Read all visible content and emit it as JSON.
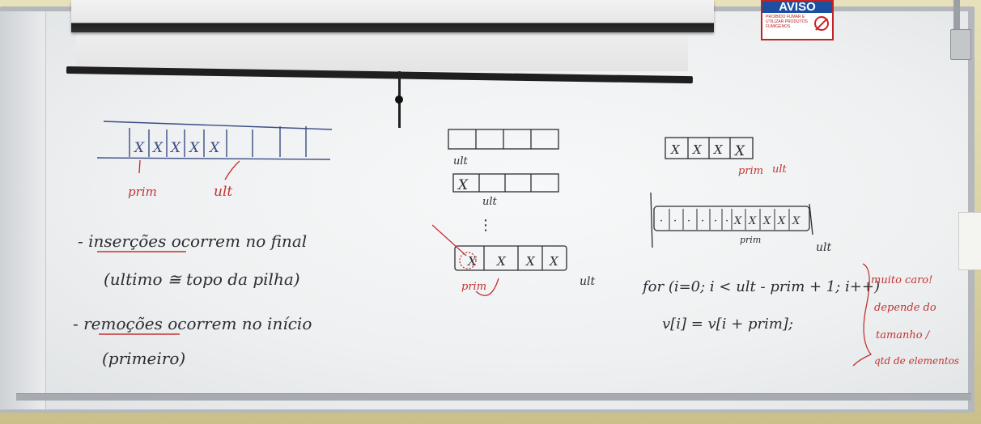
{
  "sign": {
    "heading": "AVISO",
    "body": "PROIBIDO FUMAR E UTILIZAR PRODUTOS FUMÍGENOS"
  },
  "board": {
    "diagram1": {
      "cells": [
        "X",
        "X",
        "X",
        "X",
        "X"
      ],
      "prim_label": "prim",
      "ult_label": "ult"
    },
    "notes": {
      "line1": "- inserções ocorrem no final",
      "line2": "(ultimo ≅ topo da pilha)",
      "line3": "- remoções ocorrem no início",
      "line4": "(primeiro)"
    },
    "diagram2": {
      "ult_a": "ult",
      "row2_cell": "X",
      "ult_b": "ult",
      "dots": "⋮",
      "row3_cells": [
        "X",
        "X",
        "X",
        "X"
      ],
      "prim_label": "prim",
      "ult_c": "ult"
    },
    "diagram3": {
      "top_cells": [
        "X",
        "X",
        "X",
        "X"
      ],
      "prim_label": "prim",
      "ult_label": "ult",
      "long_cells": [
        "·",
        "·",
        "·",
        "·",
        "·",
        "·",
        "X",
        "X",
        "X",
        "X",
        "X"
      ],
      "prim2_label": "prim",
      "ult2_label": "ult"
    },
    "code": {
      "line1": "for (i=0; i < ult - prim + 1; i++)",
      "line2": "v[i] = v[i + prim];"
    },
    "side_note": {
      "line1": "muito caro!",
      "line2": "depende do",
      "line3": "tamanho /",
      "line4": "qtd de elementos"
    }
  },
  "colors": {
    "marker_black": "#2b2d33",
    "marker_blue": "#3a4c84",
    "marker_red": "#c43333",
    "sign_red": "#c02323",
    "sign_blue": "#1d4fa0"
  }
}
